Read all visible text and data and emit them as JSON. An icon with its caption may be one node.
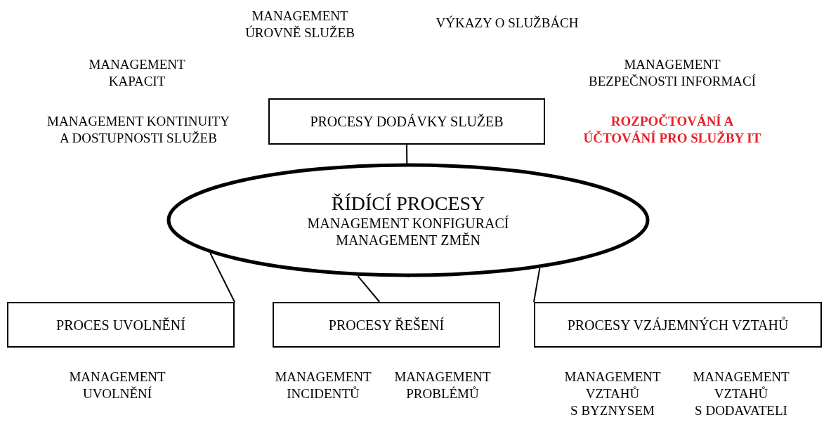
{
  "diagram": {
    "nodes": [
      {
        "text": [
          "PROCESY DODÁVKY SLUŽEB"
        ]
      },
      {
        "text": [
          "ŘÍDÍCÍ PROCESY",
          "MANAGEMENT KONFIGURACÍ",
          "MANAGEMENT ZMĚN"
        ]
      },
      {
        "text": [
          "PROCES UVOLNĚNÍ"
        ]
      },
      {
        "text": [
          "PROCESY ŘEŠENÍ"
        ]
      },
      {
        "text": [
          "PROCESY VZÁJEMNÝCH VZTAHŮ"
        ]
      }
    ],
    "edges": [
      {
        "from": 0,
        "to": 1,
        "arrow": "none"
      },
      {
        "from": 1,
        "to": 2,
        "arrow": "none"
      },
      {
        "from": 1,
        "to": 3,
        "arrow": "none"
      },
      {
        "from": 1,
        "to": 4,
        "arrow": "none"
      }
    ],
    "labels": [
      "MANAGEMENT ÚROVNĚ SLUŽEB",
      "VÝKAZY O SLUŽBÁCH",
      "MANAGEMENT KAPACIT",
      "MANAGEMENT BEZPEČNOSTI INFORMACÍ",
      "MANAGEMENT KONTINUITY A DOSTUPNOSTI SLUŽEB",
      "ROZPOČTOVÁNÍ A ÚČTOVÁNÍ PRO SLUŽBY IT",
      "MANAGEMENT UVOLNĚNÍ",
      "MANAGEMENT INCIDENTŮ",
      "MANAGEMENT PROBLÉMŮ",
      "MANAGEMENT VZTAHŮ S BYZNYSEM",
      "MANAGEMENT VZTAHŮ S DODAVATELI"
    ]
  }
}
